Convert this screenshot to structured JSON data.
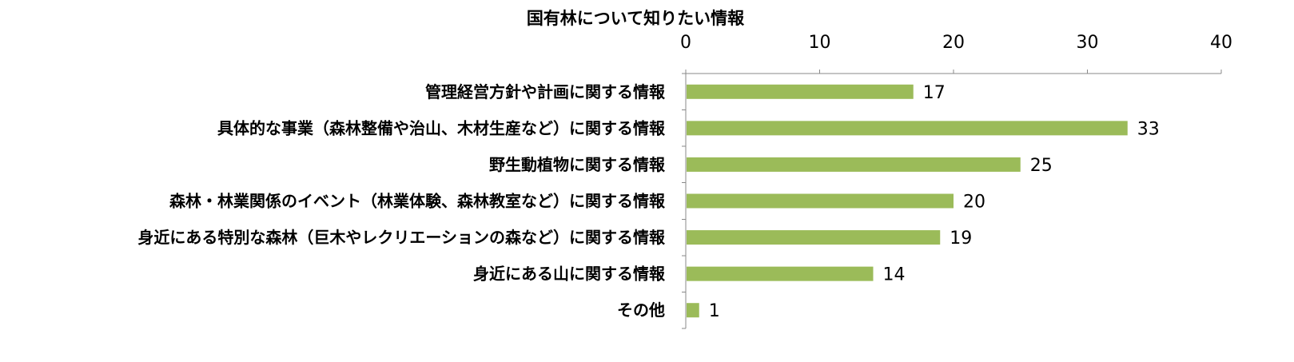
{
  "chart_data": {
    "type": "bar",
    "orientation": "horizontal",
    "title": "国有林について知りたい情報",
    "categories": [
      "管理経営方針や計画に関する情報",
      "具体的な事業（森林整備や治山、木材生産など）に関する情報",
      "野生動植物に関する情報",
      "森林・林業関係のイベント（林業体験、森林教室など）に関する情報",
      "身近にある特別な森林（巨木やレクリエーションの森など）に関する情報",
      "身近にある山に関する情報",
      "その他"
    ],
    "values": [
      17,
      33,
      25,
      20,
      19,
      14,
      1
    ],
    "xlim": [
      0,
      40
    ],
    "xticks": [
      "0",
      "10",
      "20",
      "30",
      "40"
    ],
    "xaxis_position": "top",
    "data_labels": true,
    "grid": false,
    "legend": false,
    "bar_color": "#9bbb59"
  }
}
